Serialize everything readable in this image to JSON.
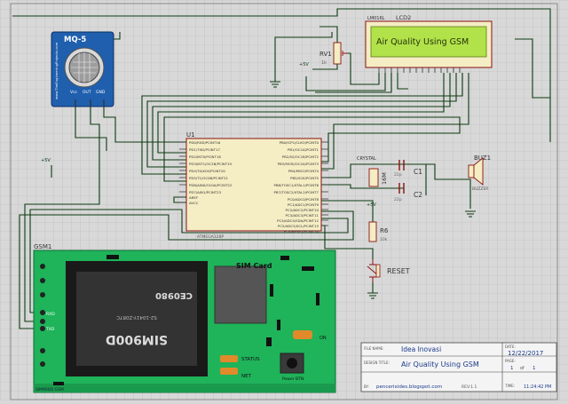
{
  "mq_sensor": {
    "title": "MQ-5",
    "brand": "www.TheEngineeringProjects.com",
    "pin_labels": [
      "Vcc",
      "OUT",
      "GND"
    ]
  },
  "lcd": {
    "ref": "LCD2",
    "model": "LM016L",
    "text": "Air Quality Using GSM"
  },
  "pot": {
    "ref": "RV1",
    "value": "1k"
  },
  "mcu": {
    "ref": "U1",
    "part": "ATMEGA328P",
    "left_pins": [
      "PD0/RXD/PCINT16",
      "PD1/TXD/PCINT17",
      "PD2/INT0/PCINT18",
      "PD3/INT1/OC2B/PCINT19",
      "PD4/T0/XCK/PCINT20",
      "PD5/T1/OC0B/PCINT21",
      "PD6/AIN0/OC0A/PCINT22",
      "PD7/AIN1/PCINT23"
    ],
    "left_pins2": [
      "AREF",
      "AVCC"
    ],
    "right_pins": [
      "PB0/ICP1/CLKO/PCINT0",
      "PB1/OC1A/PCINT1",
      "PB2/SS/OC1B/PCINT2",
      "PB3/MOSI/OC2A/PCINT3",
      "PB4/MISO/PCINT4",
      "PB5/SCK/PCINT5",
      "PB6/TOSC1/XTAL1/PCINT6",
      "PB7/TOSC2/XTAL2/PCINT7"
    ],
    "right_pins2": [
      "PC0/ADC0/PCINT8",
      "PC1/ADC1/PCINT9",
      "PC2/ADC2/PCINT10",
      "PC3/ADC3/PCINT11",
      "PC4/ADC4/SDA/PCINT12",
      "PC5/ADC5/SCL/PCINT13",
      "PC6/RESET/PCINT14"
    ]
  },
  "crystal": {
    "label": "CRYSTAL",
    "value": "16M"
  },
  "caps": [
    {
      "ref": "C1",
      "value": "22p"
    },
    {
      "ref": "C2",
      "value": "22p"
    }
  ],
  "buzzer": {
    "ref": "BUZ1",
    "model": "BUZZER"
  },
  "resistor": {
    "ref": "R6",
    "value": "10k"
  },
  "reset": {
    "label": "RESET"
  },
  "power": {
    "vcc_label": "+5V"
  },
  "gsm": {
    "ref": "GSM1",
    "chip": "SIM900D",
    "ce": "CE0980",
    "imei": "S2-1041Y-Z087C",
    "card": "SIM Card",
    "status": "STATUS",
    "net": "NET",
    "on": "ON",
    "power_btn": "Power BTN",
    "rx": "RXD",
    "tx": "TXD",
    "footer": "SIM900D GSM"
  },
  "title_block": {
    "filename_label": "FILE NAME:",
    "filename": "Idea Inovasi",
    "design_label": "DESIGN TITLE:",
    "design": "Air Quality Using GSM",
    "by_label": "BY:",
    "by": "pencerixides.blogspot.com",
    "rev": "REV:1.1",
    "date_label": "DATE:",
    "date": "12/22/2017",
    "page_label": "PAGE:",
    "page": "1",
    "page_of": "of",
    "page_total": "1",
    "time_label": "TIME:",
    "time": "11:24:42 PM"
  },
  "colors": {
    "sheet": "#d8d8d8",
    "wire": "#0b3a10",
    "component_fill": "#f5edc4",
    "component_stroke": "#8a1010",
    "label_red": "#8a1010",
    "lcd_fill": "#b2e24a",
    "lcd_text": "#26330a",
    "gsm_pcb": "#1fb35a",
    "sensor_blue": "#1f5fae"
  }
}
